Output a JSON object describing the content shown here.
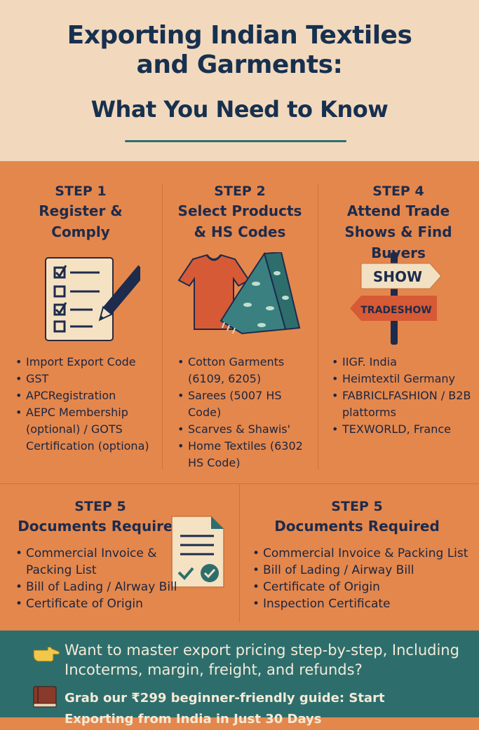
{
  "header": {
    "title_line1": "Exporting Indian Textiles",
    "title_line2": "and Garments:",
    "title_line3": "What You Need to Know"
  },
  "steps": [
    {
      "number": "STEP 1",
      "title_line1": "Register &",
      "title_line2": "Comply",
      "icon": "checklist-pencil-icon",
      "bullets": [
        "Import Export Code",
        "GST",
        "APCRegistration",
        "AEPC Membership (optional) / GOTS Certification (optiona)"
      ]
    },
    {
      "number": "STEP 2",
      "title_line1": "Select Products",
      "title_line2": "& HS Codes",
      "icon": "tshirt-and-scarf-icon",
      "bullets": [
        "Cotton Garments (6109, 6205)",
        "Sarees (5007 HS Code)",
        "Scarves & Shawis'",
        "Home Textiles (6302 HS Code)"
      ]
    },
    {
      "number": "STEP 4",
      "title_line1": "Attend Trade",
      "title_line2": "Shows & Find Buyers",
      "icon": "signpost-icon",
      "sign_top": "SHOW",
      "sign_bottom": "TRADESHOW",
      "bullets": [
        "IIGF. India",
        "Heimtextil Germany",
        "FABRICLFASHION / B2B plattorms",
        "TEXWORLD, France"
      ]
    },
    {
      "number": "STEP 5",
      "title": "Documents Required",
      "icon": "document-check-icon",
      "bullets": [
        "Commercial Invoice & Packing List",
        "Bill of Lading / Alrway Bill",
        "Certificate of Origin"
      ]
    },
    {
      "number": "STEP 5",
      "title": "Documents Required",
      "bullets": [
        "Commercial Invoice & Packing List",
        "Bill of Lading / Airway Bill",
        "Certificate of Origin",
        "Inspection Certificate"
      ]
    }
  ],
  "footer": {
    "promo_line": "Want to master export pricing step-by-step, Including Incoterms, margin, freight, and refunds?",
    "guide_line": "Grab our ₹299 beginner-friendly guide: Start Exporting from India in Just 30 Days",
    "icons": [
      "pointing-hand-icon",
      "book-icon"
    ]
  },
  "colors": {
    "header_bg": "#f2d9bd",
    "body_bg": "#e4874d",
    "footer_bg": "#2d6e6d",
    "title": "#17304f",
    "accent_teal": "#2c6f6e"
  }
}
